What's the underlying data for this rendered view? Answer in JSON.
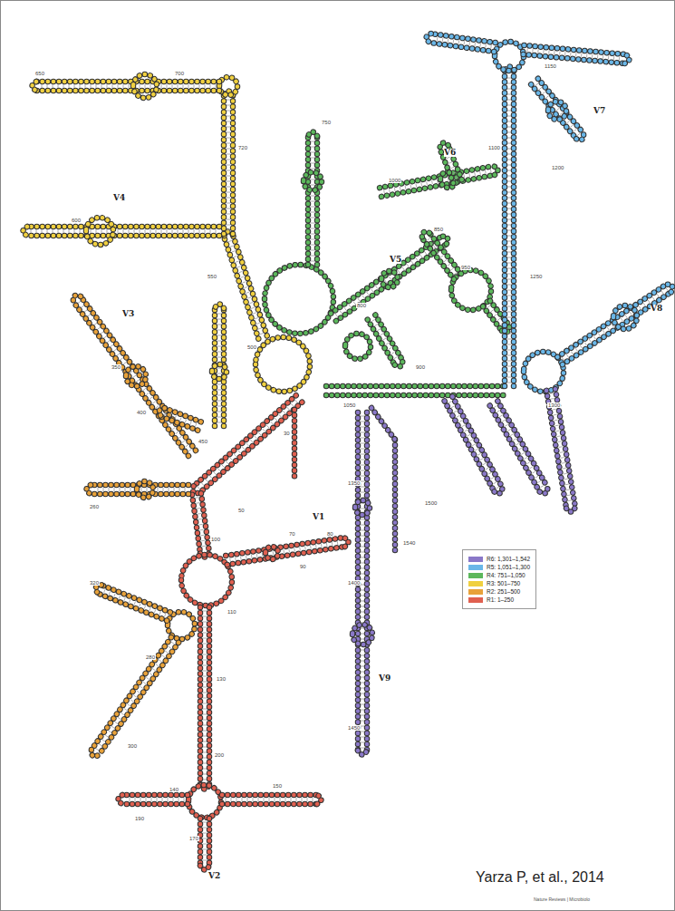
{
  "diagram": {
    "caption": "Yarza P, et al., 2014",
    "labels": [
      "V1",
      "V2",
      "V3",
      "V4",
      "V5",
      "V6",
      "V7",
      "V8",
      "V9",
      "30",
      "50",
      "70",
      "80",
      "90",
      "100",
      "110",
      "130",
      "140",
      "150",
      "170",
      "190",
      "200",
      "260",
      "280",
      "300",
      "320",
      "350",
      "400",
      "450",
      "500",
      "550",
      "600",
      "650",
      "700",
      "720",
      "750",
      "800",
      "850",
      "900",
      "950",
      "1000",
      "1050",
      "1100",
      "1150",
      "1200",
      "1250",
      "1300",
      "1350",
      "1400",
      "1450",
      "1500",
      "1540",
      "Nature Reviews | Microbiolo"
    ],
    "legend": [
      {
        "text": "R6: 1,301–1,542",
        "color": "#8a78c8"
      },
      {
        "text": "R5: 1,051–1,300",
        "color": "#6ab7e8"
      },
      {
        "text": "R4: 751–1,050",
        "color": "#5cb85c"
      },
      {
        "text": "R3: 501–750",
        "color": "#f0d040"
      },
      {
        "text": "R2: 251–500",
        "color": "#e8a23a"
      },
      {
        "text": "R1: 1–250",
        "color": "#e06050"
      }
    ]
  }
}
